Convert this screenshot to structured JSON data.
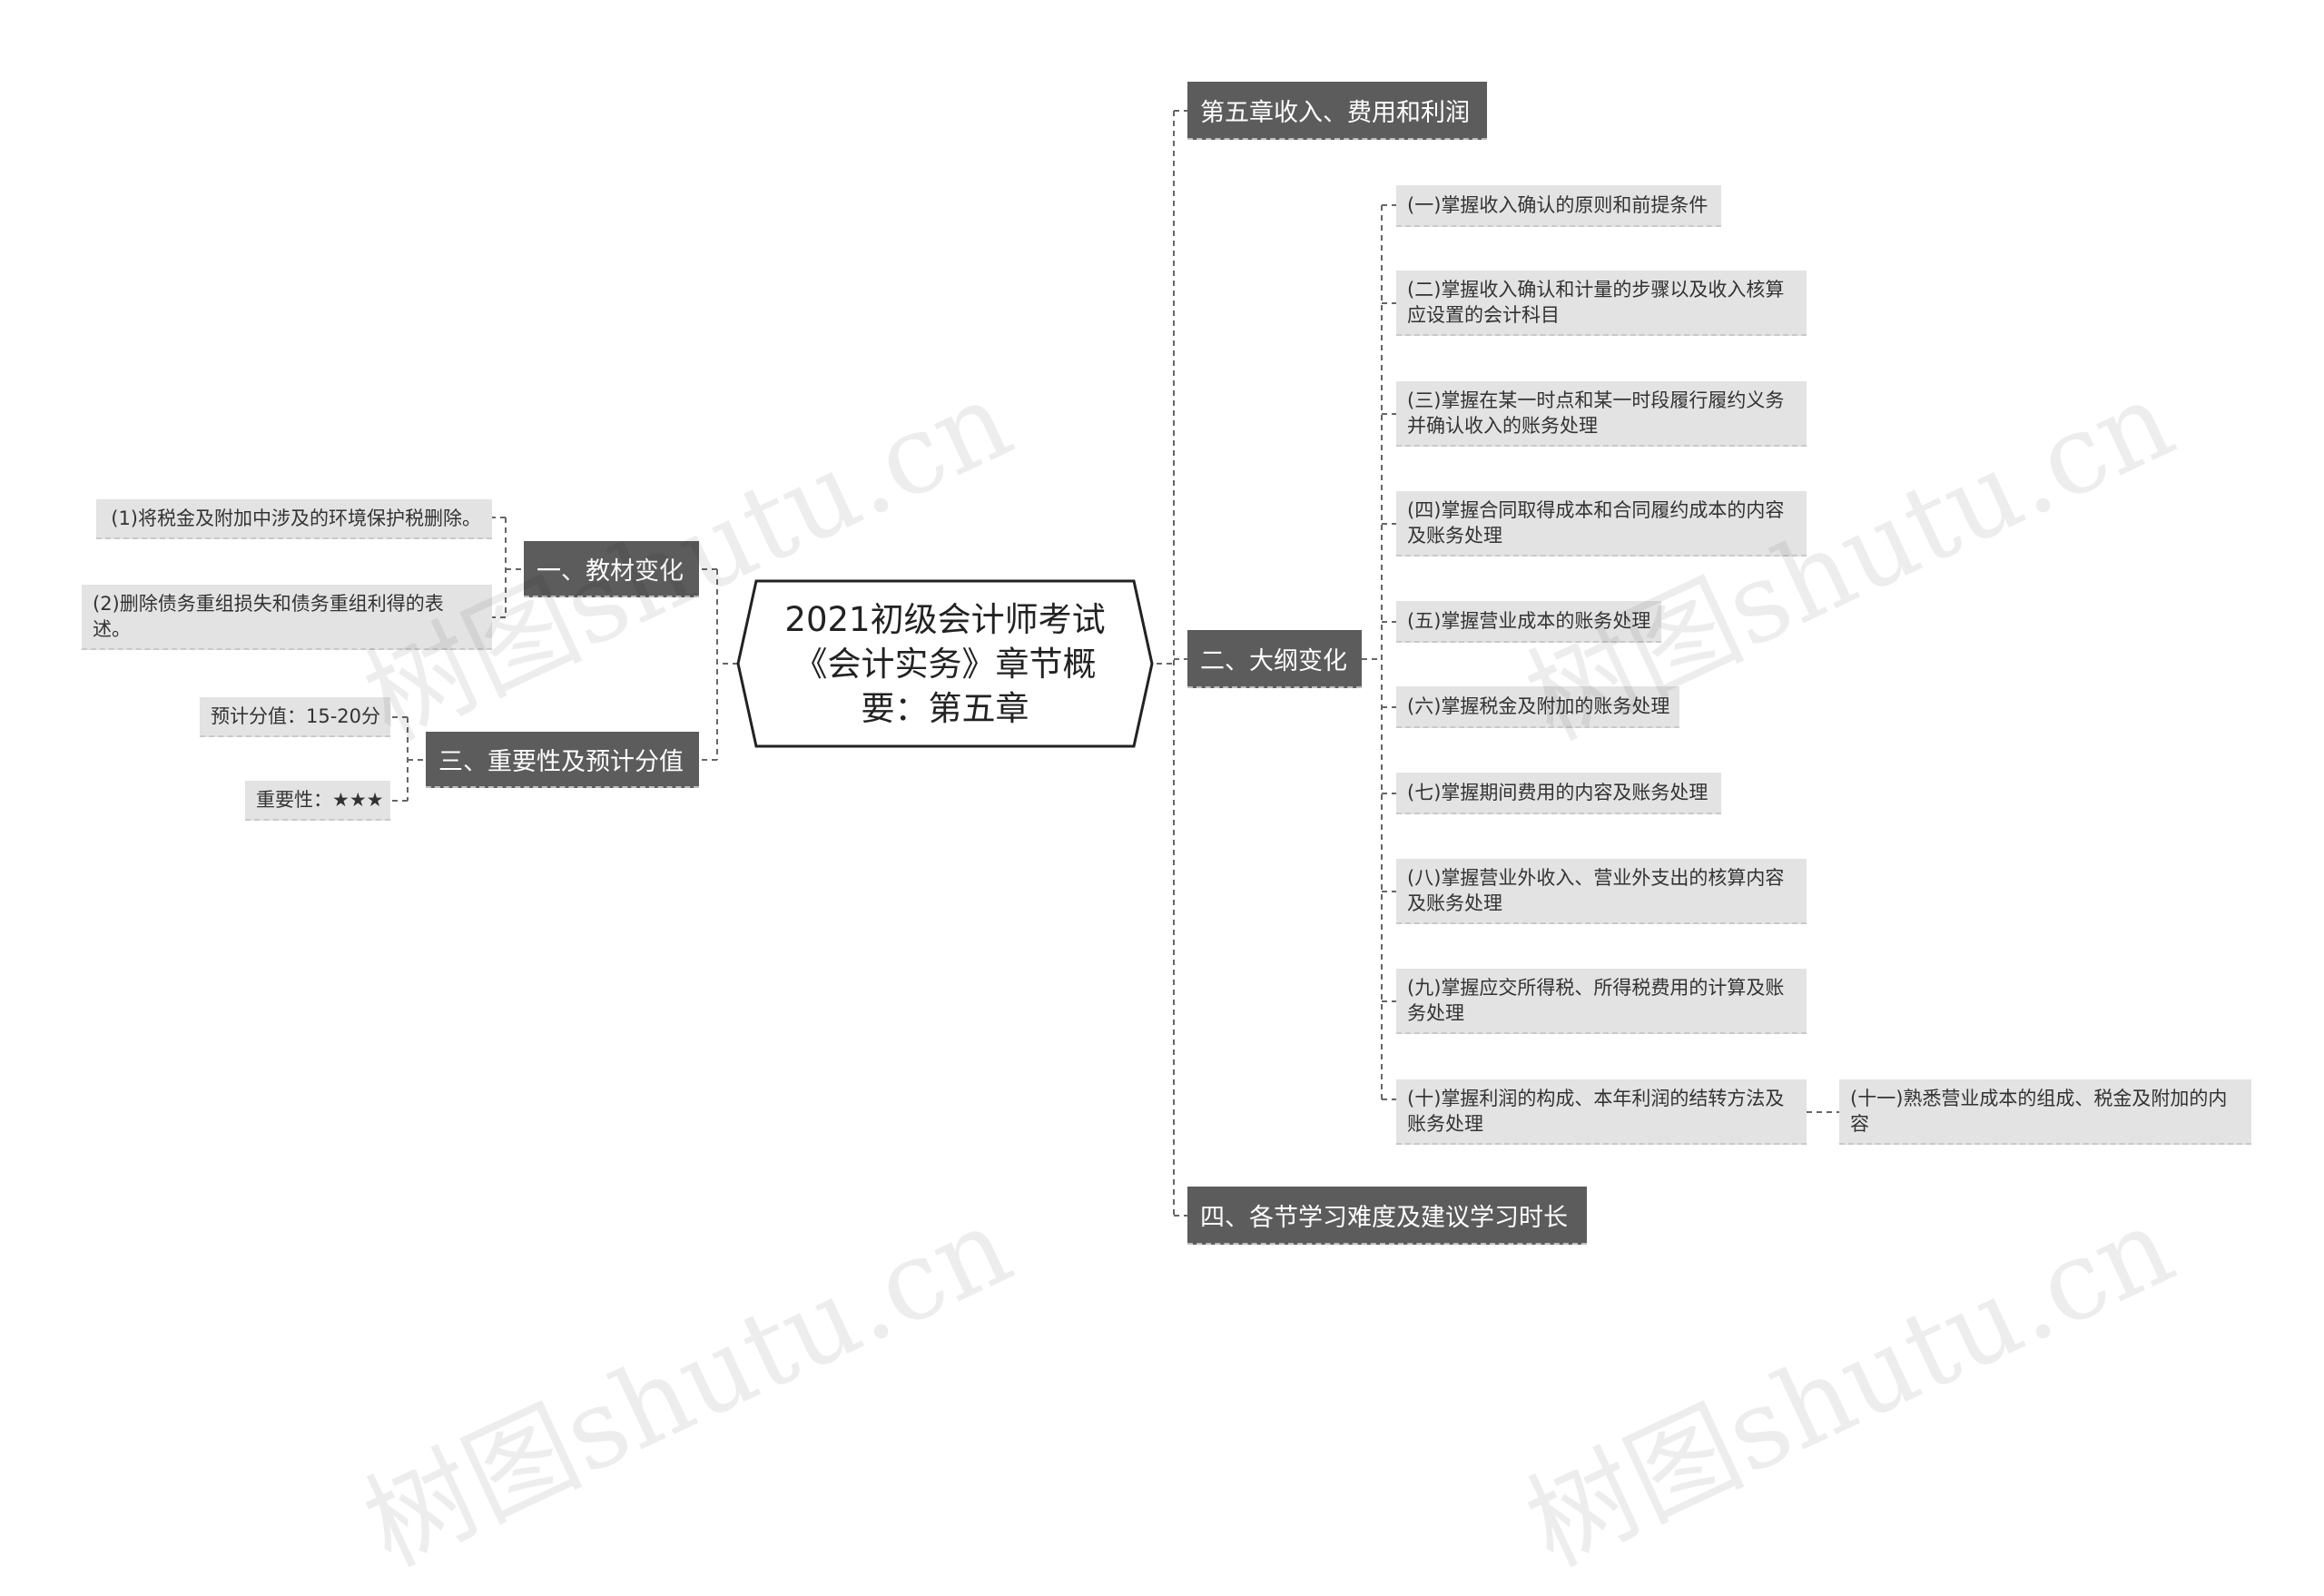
{
  "root": {
    "title": "2021初级会计师考试《会计实务》章节概要：第五章"
  },
  "branches": {
    "chapter_title": "第五章收入、费用和利润",
    "outline_changes": {
      "label": "二、大纲变化",
      "items": [
        "(一)掌握收入确认的原则和前提条件",
        "(二)掌握收入确认和计量的步骤以及收入核算应设置的会计科目",
        "(三)掌握在某一时点和某一时段履行履约义务并确认收入的账务处理",
        "(四)掌握合同取得成本和合同履约成本的内容及账务处理",
        "(五)掌握营业成本的账务处理",
        "(六)掌握税金及附加的账务处理",
        "(七)掌握期间费用的内容及账务处理",
        "(八)掌握营业外收入、营业外支出的核算内容及账务处理",
        "(九)掌握应交所得税、所得税费用的计算及账务处理",
        "(十)掌握利润的构成、本年利润的结转方法及账务处理"
      ],
      "sub_item": "(十一)熟悉营业成本的组成、税金及附加的内容"
    },
    "study_difficulty": "四、各节学习难度及建议学习时长",
    "textbook_changes": {
      "label": "一、教材变化",
      "items": [
        "(1)将税金及附加中涉及的环境保护税删除。",
        "(2)删除债务重组损失和债务重组利得的表述。"
      ]
    },
    "importance": {
      "label": "三、重要性及预计分值",
      "items": [
        "预计分值：15-20分",
        "重要性：★★★"
      ]
    }
  },
  "watermark": "树图shutu.cn",
  "colors": {
    "main_node": "#5c5c5c",
    "leaf_node": "#e3e3e3",
    "connector": "#666666"
  }
}
